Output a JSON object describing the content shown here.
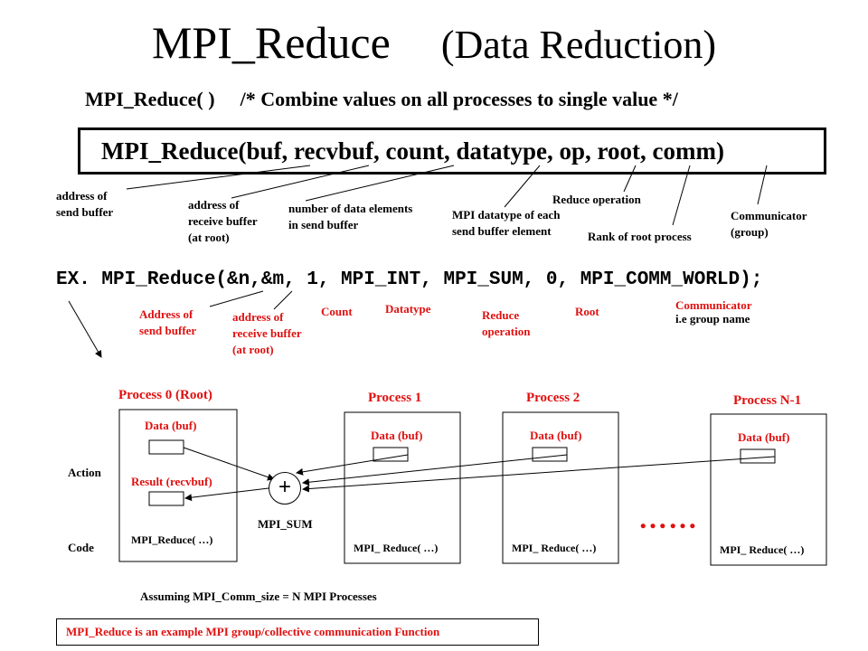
{
  "title": {
    "main": "MPI_Reduce",
    "sub": "(Data Reduction)"
  },
  "subtitle": {
    "func": "MPI_Reduce( )",
    "comment": "/* Combine values on all processes to single value */"
  },
  "signature": "MPI_Reduce(buf,  recvbuf, count,  datatype,  op,  root,  comm)",
  "param_labels": {
    "send_buffer": [
      "address of",
      "send buffer"
    ],
    "receive_buffer": [
      "address of",
      "receive buffer",
      "(at root)"
    ],
    "count": [
      "number of data elements",
      "in send buffer"
    ],
    "datatype": [
      "MPI datatype of each",
      "send buffer element"
    ],
    "op": "Reduce operation",
    "root": "Rank of root process",
    "comm": [
      "Communicator",
      "(group)"
    ]
  },
  "example": "EX. MPI_Reduce(&n,&m, 1, MPI_INT, MPI_SUM, 0, MPI_COMM_WORLD);",
  "example_labels": {
    "send_buffer": [
      "Address of",
      "send buffer"
    ],
    "receive_buffer": [
      "address of",
      "receive buffer",
      "(at root)"
    ],
    "count": "Count",
    "datatype": "Datatype",
    "op": [
      "Reduce",
      "operation"
    ],
    "root": "Root",
    "comm": [
      "Communicator",
      "i.e group name"
    ]
  },
  "processes": [
    {
      "title": "Process 0 (Root)",
      "data": "Data (buf)",
      "result": "Result (recvbuf)",
      "code": "MPI_Reduce( …)"
    },
    {
      "title": "Process 1",
      "data": "Data (buf)",
      "code": "MPI_ Reduce( …)"
    },
    {
      "title": "Process 2",
      "data": "Data (buf)",
      "code": "MPI_ Reduce( …)"
    },
    {
      "title": "Process N-1",
      "data": "Data (buf)",
      "code": "MPI_ Reduce( …)"
    }
  ],
  "row_labels": {
    "action": "Action",
    "code": "Code"
  },
  "operator": {
    "symbol": "+",
    "label": "MPI_SUM"
  },
  "ellipsis": "……",
  "assumption": "Assuming MPI_Comm_size = N  MPI Processes",
  "note": "MPI_Reduce is an example MPI group/collective  communication  Function",
  "colors": {
    "accent": "#e01010",
    "text": "#000000"
  }
}
